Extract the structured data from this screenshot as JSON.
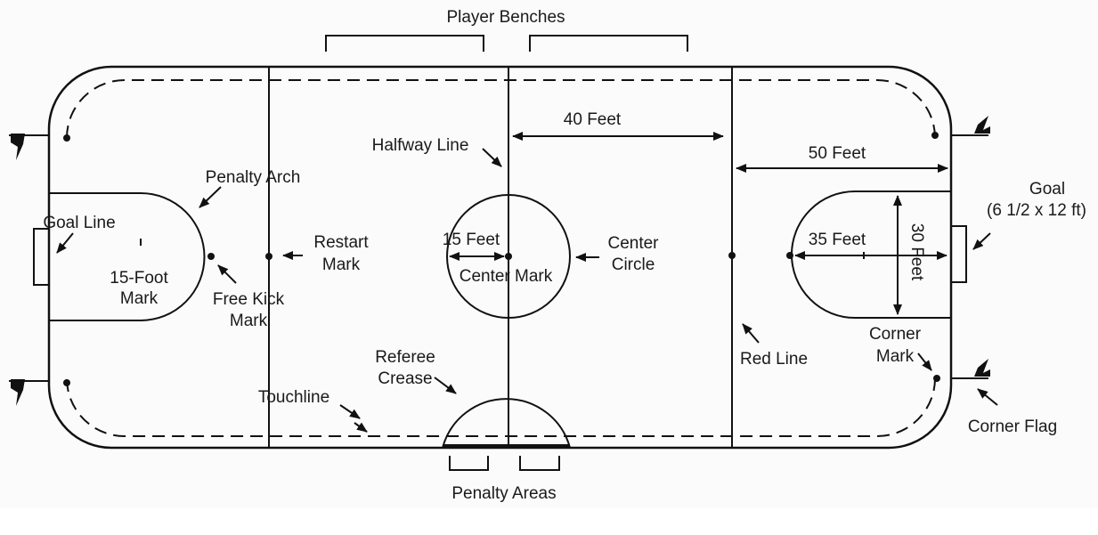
{
  "labels": {
    "player_benches": "Player Benches",
    "halfway_line": "Halfway Line",
    "forty_feet": "40 Feet",
    "fifty_feet": "50 Feet",
    "penalty_arch": "Penalty Arch",
    "goal_line": "Goal Line",
    "fifteen_foot_mark_1": "15-Foot",
    "fifteen_foot_mark_2": "Mark",
    "free_kick_mark_1": "Free Kick",
    "free_kick_mark_2": "Mark",
    "restart_mark_1": "Restart",
    "restart_mark_2": "Mark",
    "fifteen_feet": "15 Feet",
    "center_mark": "Center Mark",
    "center_circle_1": "Center",
    "center_circle_2": "Circle",
    "goal_1": "Goal",
    "goal_2": "(6 1/2 x 12 ft)",
    "thirty_five_feet": "35 Feet",
    "thirty_feet": "30 Feet",
    "referee_crease_1": "Referee",
    "referee_crease_2": "Crease",
    "touchline": "Touchline",
    "red_line": "Red Line",
    "corner_mark_1": "Corner",
    "corner_mark_2": "Mark",
    "corner_flag": "Corner Flag",
    "penalty_areas": "Penalty Areas"
  }
}
